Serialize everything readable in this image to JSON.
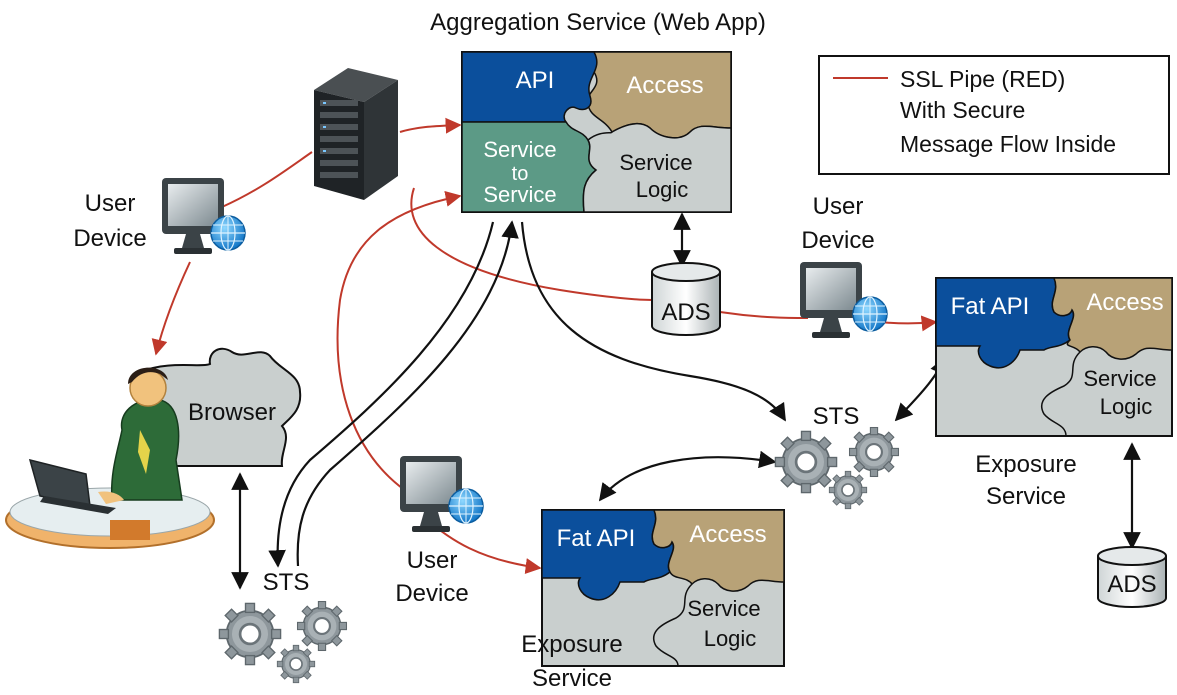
{
  "title": "Aggregation Service (Web App)",
  "legend": {
    "line1": "SSL Pipe (RED)",
    "line2": "With Secure",
    "line3": "Message Flow Inside",
    "color": "#c0392b"
  },
  "aggregation": {
    "api": "API",
    "access": "Access",
    "service_to_service": [
      "Service",
      "to",
      "Service"
    ],
    "service_logic": [
      "Service",
      "Logic"
    ]
  },
  "ads_top": "ADS",
  "ads_right": "ADS",
  "user_device_left": [
    "User",
    "Device"
  ],
  "user_device_mid": [
    "User",
    "Device"
  ],
  "user_device_bottom": [
    "User",
    "Device"
  ],
  "browser": "Browser",
  "sts_left": "STS",
  "sts_right": "STS",
  "exposure_right": {
    "fat_api": "Fat API",
    "access": "Access",
    "service_logic": [
      "Service",
      "Logic"
    ],
    "label": [
      "Exposure",
      "Service"
    ]
  },
  "exposure_bottom": {
    "fat_api": "Fat API",
    "access": "Access",
    "service_logic": [
      "Service",
      "Logic"
    ],
    "label": [
      "Exposure",
      "Service"
    ]
  },
  "colors": {
    "api_blue": "#0b4f9c",
    "access_tan": "#b8a277",
    "s2s_green": "#5c9a86",
    "logic_gray": "#c9cfce",
    "ssl_red": "#c0392b"
  },
  "icons": [
    "server-rack-icon",
    "monitor-globe-icon",
    "database-cylinder-icon",
    "gear-cluster-icon",
    "user-at-desk-icon",
    "puzzle-piece-icon"
  ]
}
